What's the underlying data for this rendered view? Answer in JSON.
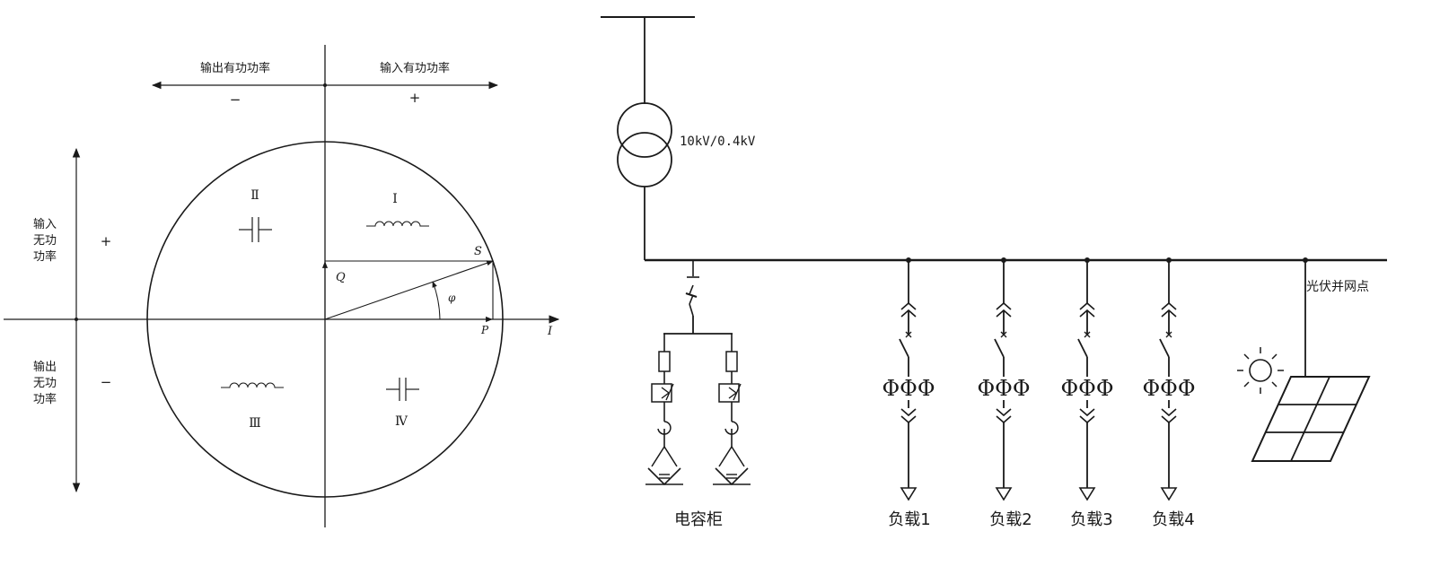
{
  "left": {
    "output_active_power": "输出有功功率",
    "input_active_power": "输入有功功率",
    "minus_sign": "−",
    "plus_sign": "+",
    "input_reactive_power": [
      "输入",
      "无功",
      "功率"
    ],
    "output_reactive_power": [
      "输出",
      "无功",
      "功率"
    ],
    "quadrant_1": "Ⅰ",
    "quadrant_2": "Ⅱ",
    "quadrant_3": "Ⅲ",
    "quadrant_4": "Ⅳ",
    "label_s": "S",
    "label_q": "Q",
    "label_p": "P",
    "label_i": "I",
    "label_phi": "φ"
  },
  "right": {
    "transformer_rating": "10kV/0.4kV",
    "pv_connection_point": "光伏并网点",
    "capacitor_cabinet": "电容柜",
    "loads": [
      "负载1",
      "负载2",
      "负载3",
      "负载4"
    ],
    "phase_symbol": "ΦΦΦ"
  }
}
